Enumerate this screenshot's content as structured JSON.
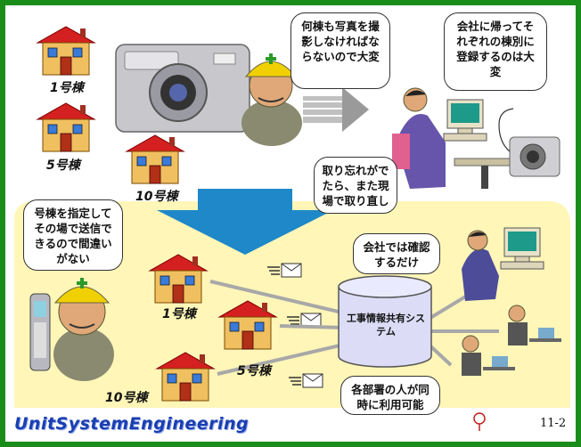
{
  "bubbles": {
    "top_worker": "何棟も写真を撮影しなければならないので大変",
    "office_top": "会社に帰ってそれぞれの棟別に登録するのは大変",
    "retake": "取り忘れがでたら、また現場で取り直し",
    "send": "号棟を指定してその場で送信できるので間違いがない",
    "office_check": "会社では確認するだけ",
    "departments": "各部署の人が同時に利用可能"
  },
  "house_labels": {
    "top_1": "1号棟",
    "top_5": "5号棟",
    "top_10": "10号棟",
    "bottom_1": "1号棟",
    "bottom_5": "5号棟",
    "bottom_10": "10号棟"
  },
  "system_label": "工事情報共有システム",
  "footer": {
    "logo": "UnitSystemEngineering",
    "page_number": "11-2"
  },
  "colors": {
    "frame": "#1a8c1a",
    "lower_panel": "#fff6b8",
    "down_arrow": "#1e88c8",
    "house_roof": "#d42020",
    "house_wall": "#f0c060",
    "logo": "#1a3fb0"
  }
}
